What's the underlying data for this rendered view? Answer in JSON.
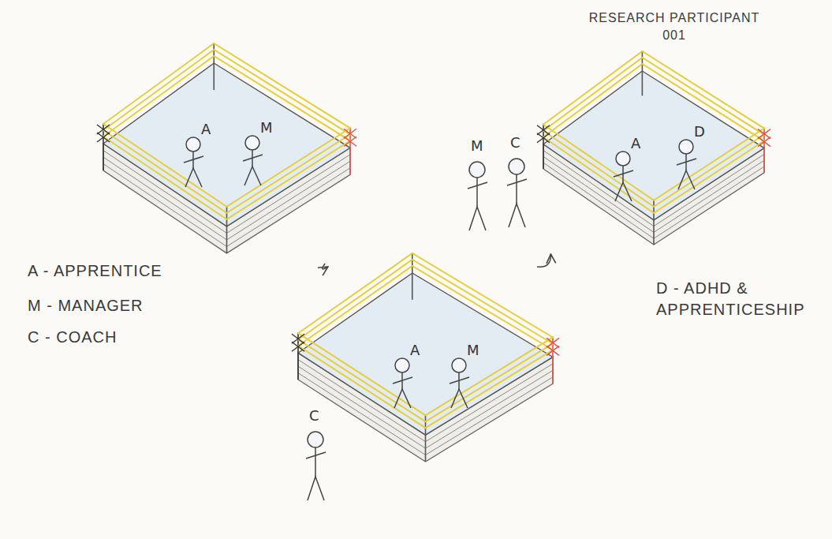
{
  "diagram": {
    "nodes": [
      {
        "text": []
      },
      {
        "text": [
          "A"
        ],
        "in": 0
      },
      {
        "text": [
          "M"
        ],
        "in": 0
      },
      {
        "text": [
          "M"
        ]
      },
      {
        "text": [
          "C"
        ]
      },
      {
        "text": []
      },
      {
        "text": [
          "A"
        ],
        "in": 5
      },
      {
        "text": [
          "D"
        ],
        "in": 5
      },
      {
        "text": [
          "C"
        ]
      },
      {
        "text": []
      },
      {
        "text": [
          "A"
        ],
        "in": 9
      },
      {
        "text": [
          "M"
        ],
        "in": 9
      }
    ],
    "edges": [
      {
        "from": 0,
        "to": 9,
        "arrow": "to"
      },
      {
        "from": 9,
        "to": 5,
        "arrow": "to"
      }
    ],
    "labels": [
      "RESEARCH PARTICIPANT 001",
      "A - APPRENTICE",
      "M - MANAGER",
      "C - COACH",
      "D - ADHD & APPRENTICESHIP"
    ]
  }
}
